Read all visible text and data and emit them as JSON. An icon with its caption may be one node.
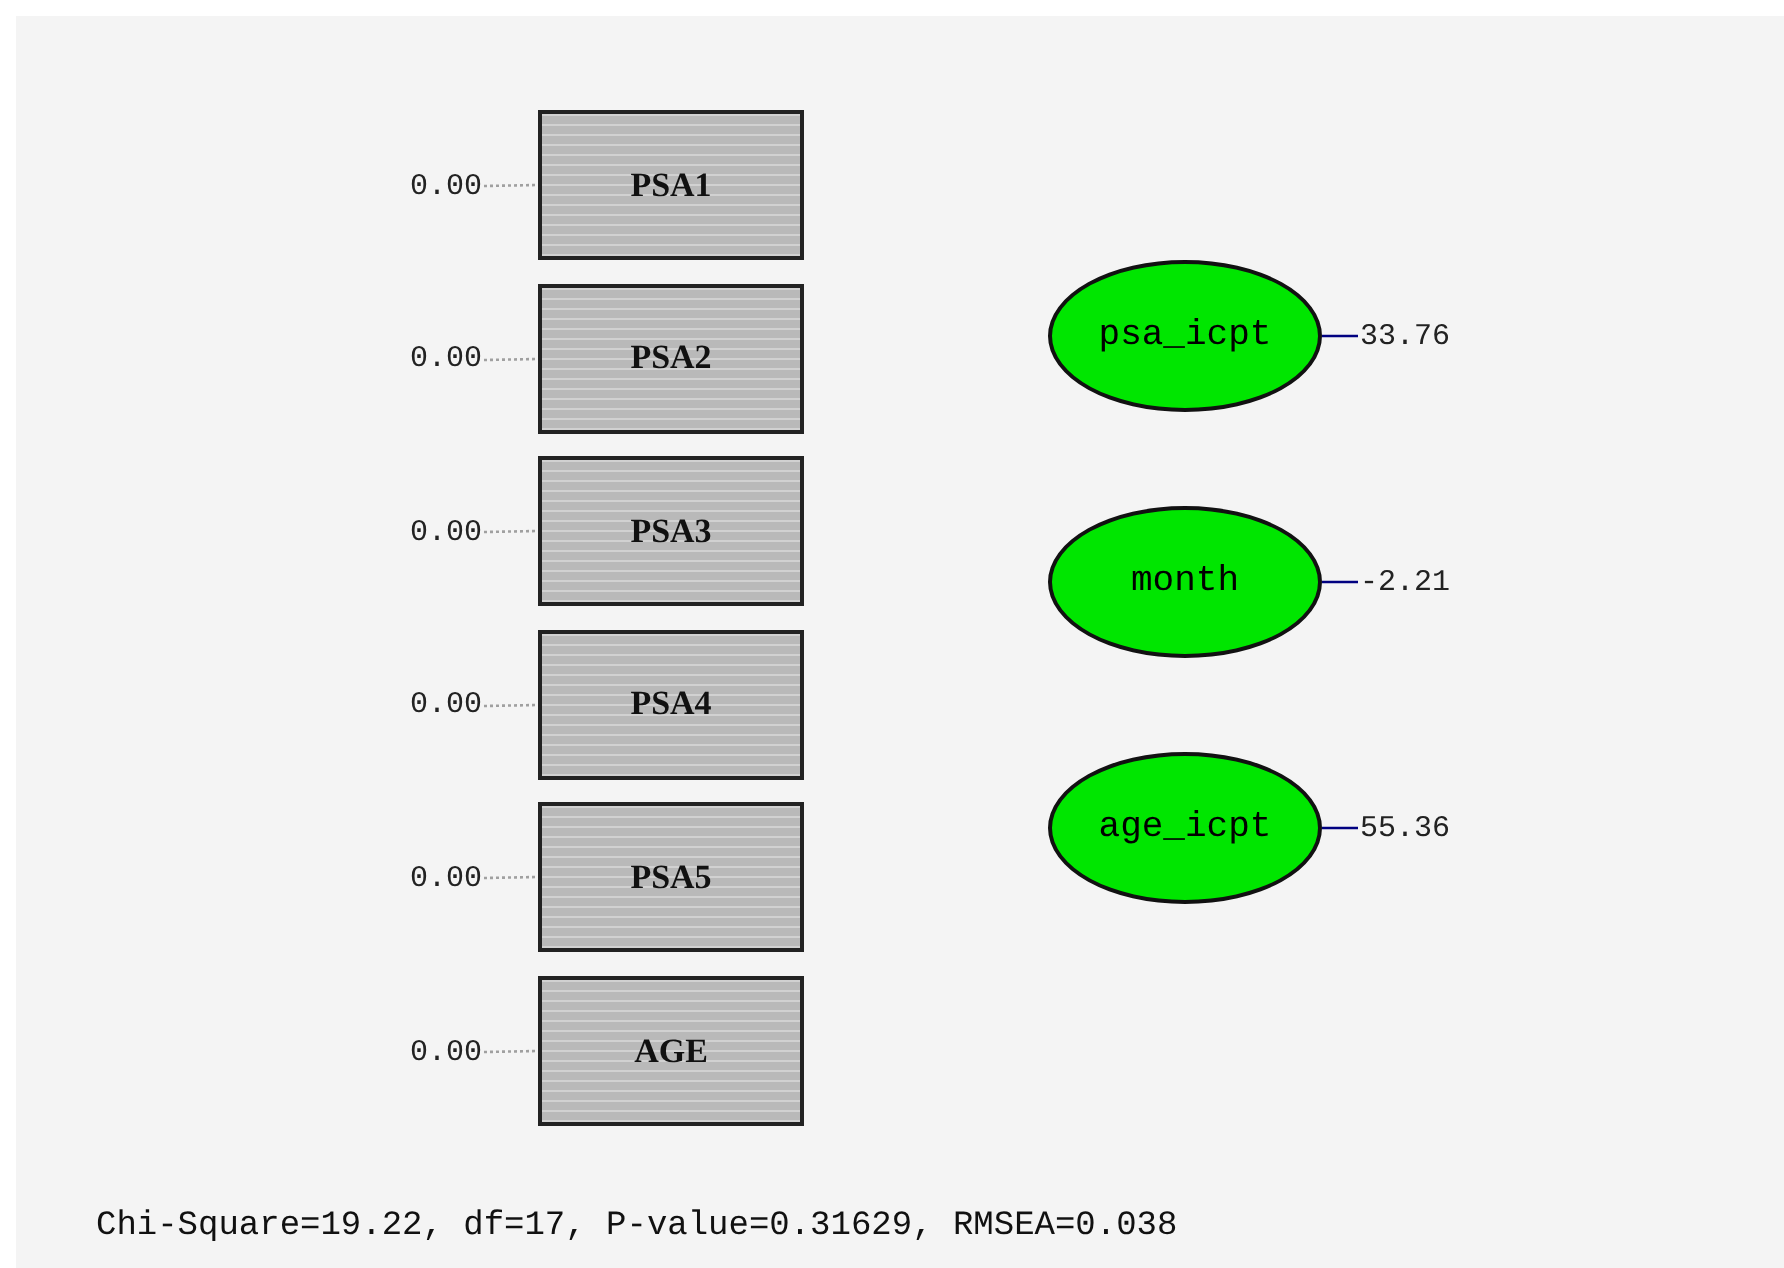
{
  "diagram": {
    "caption": "Chi-Square=19.22, df=17, P-value=0.31629, RMSEA=0.038",
    "nodes": [
      {
        "text": [
          "PSA1"
        ]
      },
      {
        "text": [
          "PSA2"
        ]
      },
      {
        "text": [
          "PSA3"
        ]
      },
      {
        "text": [
          "PSA4"
        ]
      },
      {
        "text": [
          "PSA5"
        ]
      },
      {
        "text": [
          "AGE"
        ]
      },
      {
        "text": [
          "0.00"
        ]
      },
      {
        "text": [
          "0.00"
        ]
      },
      {
        "text": [
          "0.00"
        ]
      },
      {
        "text": [
          "0.00"
        ]
      },
      {
        "text": [
          "0.00"
        ]
      },
      {
        "text": [
          "0.00"
        ]
      },
      {
        "text": [
          "psa_icpt"
        ]
      },
      {
        "text": [
          "month"
        ]
      },
      {
        "text": [
          "age_icpt"
        ]
      },
      {
        "text": [
          "33.76"
        ]
      },
      {
        "text": [
          "-2.21"
        ]
      },
      {
        "text": [
          "55.36"
        ]
      }
    ],
    "edges": [
      {
        "from": 6,
        "to": 0,
        "arrow": "none",
        "style": "dashed"
      },
      {
        "from": 7,
        "to": 1,
        "arrow": "none",
        "style": "dashed"
      },
      {
        "from": 8,
        "to": 2,
        "arrow": "none",
        "style": "dashed"
      },
      {
        "from": 9,
        "to": 3,
        "arrow": "none",
        "style": "dashed"
      },
      {
        "from": 10,
        "to": 4,
        "arrow": "none",
        "style": "dashed"
      },
      {
        "from": 11,
        "to": 5,
        "arrow": "none",
        "style": "dashed"
      },
      {
        "from": 12,
        "to": 15,
        "arrow": "none",
        "color": "#000080"
      },
      {
        "from": 13,
        "to": 16,
        "arrow": "none",
        "color": "#000080"
      },
      {
        "from": 14,
        "to": 17,
        "arrow": "none",
        "color": "#000080"
      }
    ]
  }
}
